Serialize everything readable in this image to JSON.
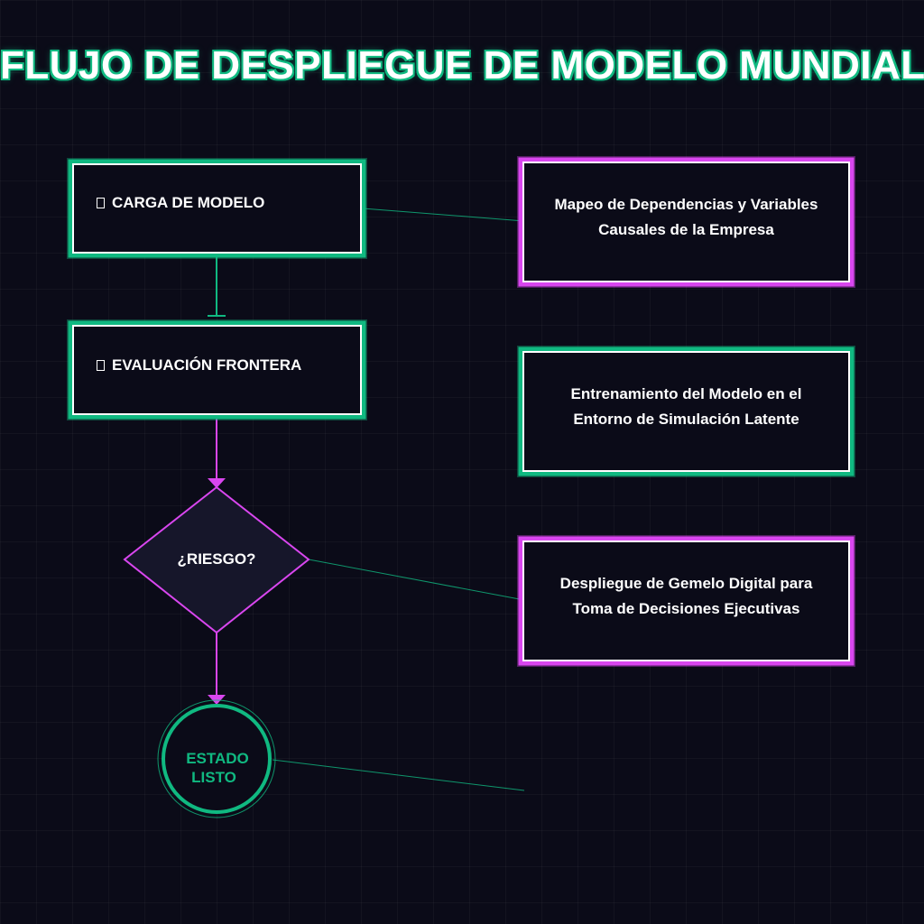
{
  "title": "FLUJO DE DESPLIEGUE DE MODELO MUNDIAL",
  "steps": [
    {
      "label": "CARGA DE MODELO"
    },
    {
      "label": "EVALUACIÓN FRONTERA"
    }
  ],
  "decision": {
    "label": "¿RIESGO?"
  },
  "terminal": {
    "line1": "ESTADO",
    "line2": "LISTO"
  },
  "descriptions": [
    {
      "line1": "Mapeo de Dependencias y Variables",
      "line2": "Causales de la Empresa"
    },
    {
      "line1": "Entrenamiento del Modelo en el",
      "line2": "Entorno de Simulación Latente"
    },
    {
      "line1": "Despliegue de Gemelo Digital para",
      "line2": "Toma de Decisiones Ejecutivas"
    }
  ],
  "colors": {
    "background": "#0b0b18",
    "green": "#10b981",
    "purple": "#d946ef",
    "node_fill": "#0b0b18",
    "decision_fill": "#16162a"
  }
}
